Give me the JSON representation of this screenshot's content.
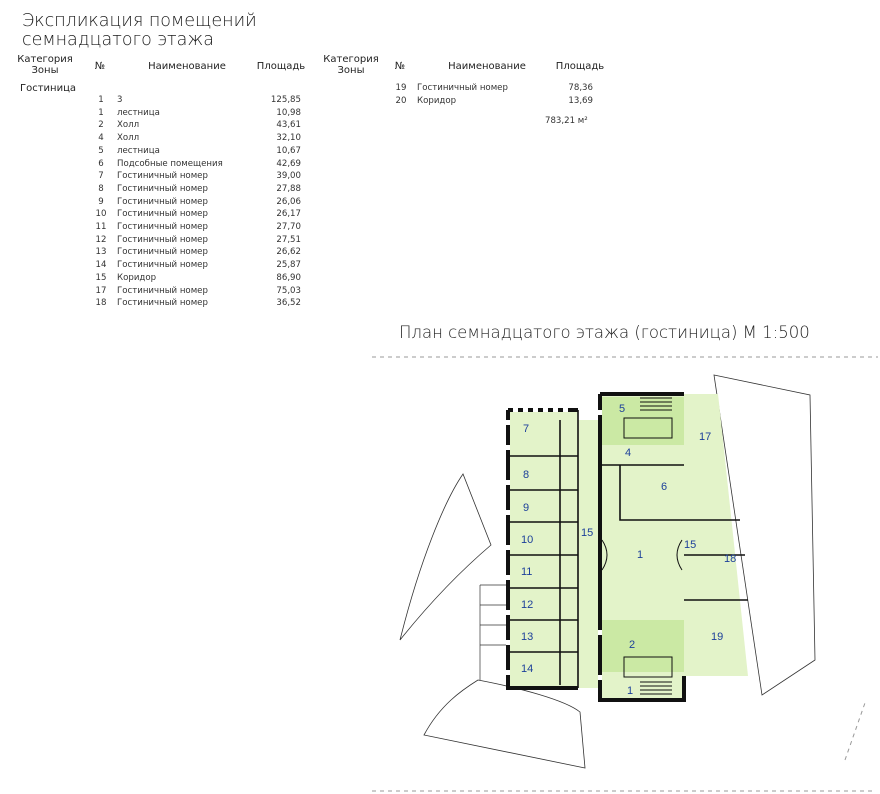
{
  "title": {
    "line1": "Экспликация помещений",
    "line2": "семнадцатого этажа"
  },
  "headers": {
    "category": "Категория\nЗоны",
    "number": "№",
    "name": "Наименование",
    "area": "Площадь"
  },
  "zone": "Гостиница",
  "left_rows": [
    {
      "n": "1",
      "name": "3",
      "area": "125,85"
    },
    {
      "n": "1",
      "name": "лестница",
      "area": "10,98"
    },
    {
      "n": "2",
      "name": "Холл",
      "area": "43,61"
    },
    {
      "n": "4",
      "name": "Холл",
      "area": "32,10"
    },
    {
      "n": "5",
      "name": "лестница",
      "area": "10,67"
    },
    {
      "n": "6",
      "name": "Подсобные помещения",
      "area": "42,69"
    },
    {
      "n": "7",
      "name": "Гостиничный номер",
      "area": "39,00"
    },
    {
      "n": "8",
      "name": "Гостиничный номер",
      "area": "27,88"
    },
    {
      "n": "9",
      "name": "Гостиничный номер",
      "area": "26,06"
    },
    {
      "n": "10",
      "name": "Гостиничный номер",
      "area": "26,17"
    },
    {
      "n": "11",
      "name": "Гостиничный номер",
      "area": "27,70"
    },
    {
      "n": "12",
      "name": "Гостиничный номер",
      "area": "27,51"
    },
    {
      "n": "13",
      "name": "Гостиничный номер",
      "area": "26,62"
    },
    {
      "n": "14",
      "name": "Гостиничный номер",
      "area": "25,87"
    },
    {
      "n": "15",
      "name": "Коридор",
      "area": "86,90"
    },
    {
      "n": "17",
      "name": "Гостиничный номер",
      "area": "75,03"
    },
    {
      "n": "18",
      "name": "Гостиничный номер",
      "area": "36,52"
    }
  ],
  "right_rows": [
    {
      "n": "19",
      "name": "Гостиничный номер",
      "area": "78,36"
    },
    {
      "n": "20",
      "name": "Коридор",
      "area": "13,69"
    }
  ],
  "total": "783,21 м²",
  "plan_title": "План семнадцатого этажа (гостиница) М 1:500",
  "room_labels": [
    "7",
    "8",
    "9",
    "10",
    "11",
    "12",
    "13",
    "14",
    "15",
    "5",
    "4",
    "6",
    "1",
    "15",
    "18",
    "17",
    "2",
    "19",
    "1"
  ],
  "colors": {
    "room_fill": "#e3f3c9",
    "hall_fill": "#cbe9a4",
    "label": "#1c3f9a",
    "wall": "#111111"
  }
}
